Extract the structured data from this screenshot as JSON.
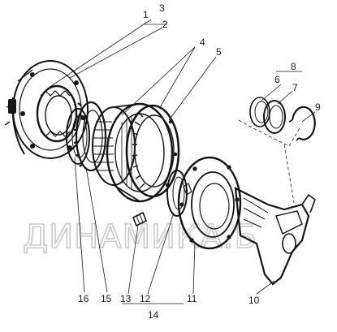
{
  "diagram": {
    "watermark_text": "ДИНАМИКА.Б",
    "callouts": [
      {
        "id": "c1",
        "label": "1"
      },
      {
        "id": "c2",
        "label": "2"
      },
      {
        "id": "c3",
        "label": "3"
      },
      {
        "id": "c4",
        "label": "4"
      },
      {
        "id": "c5",
        "label": "5"
      },
      {
        "id": "c6",
        "label": "6"
      },
      {
        "id": "c7",
        "label": "7"
      },
      {
        "id": "c8",
        "label": "8"
      },
      {
        "id": "c9",
        "label": "9"
      },
      {
        "id": "c10",
        "label": "10"
      },
      {
        "id": "c11",
        "label": "11"
      },
      {
        "id": "c12",
        "label": "12"
      },
      {
        "id": "c13",
        "label": "13"
      },
      {
        "id": "c14",
        "label": "14"
      },
      {
        "id": "c15",
        "label": "15"
      },
      {
        "id": "c16",
        "label": "16"
      }
    ]
  }
}
